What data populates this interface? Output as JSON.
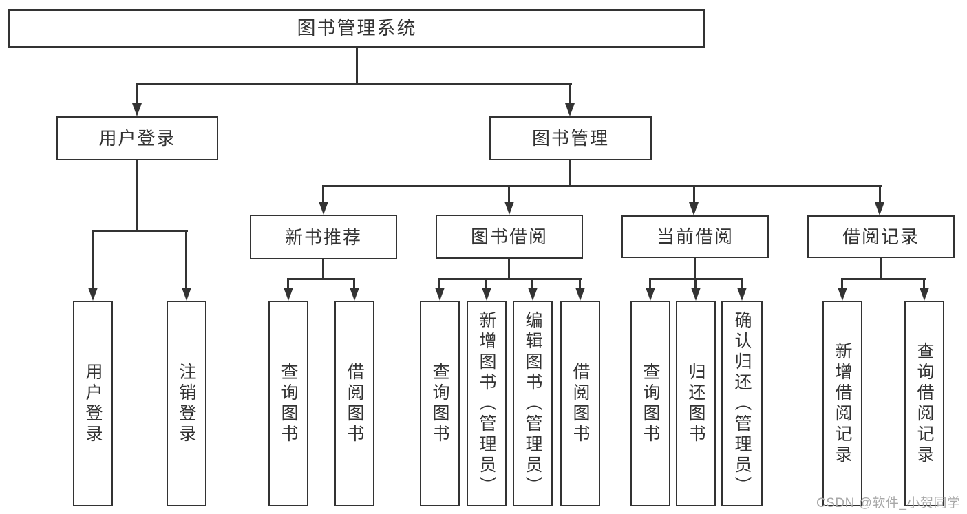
{
  "diagram": {
    "watermark": "CSDN @软件_小贺同学",
    "colors": {
      "line": "#333333",
      "text": "#333333",
      "background": "#ffffff",
      "watermark": "#a8a8a8"
    },
    "tree": {
      "label": "图书管理系统",
      "children": [
        {
          "label": "用户登录",
          "children": [
            {
              "label": "用户登录"
            },
            {
              "label": "注销登录"
            }
          ]
        },
        {
          "label": "图书管理",
          "children": [
            {
              "label": "新书推荐",
              "children": [
                {
                  "label": "查询图书"
                },
                {
                  "label": "借阅图书"
                }
              ]
            },
            {
              "label": "图书借阅",
              "children": [
                {
                  "label": "查询图书"
                },
                {
                  "label": "新增图书（管理员）"
                },
                {
                  "label": "编辑图书（管理员）"
                },
                {
                  "label": "借阅图书"
                }
              ]
            },
            {
              "label": "当前借阅",
              "children": [
                {
                  "label": "查询图书"
                },
                {
                  "label": "归还图书"
                },
                {
                  "label": "确认归还（管理员）"
                }
              ]
            },
            {
              "label": "借阅记录",
              "children": [
                {
                  "label": "新增借阅记录"
                },
                {
                  "label": "查询借阅记录"
                }
              ]
            }
          ]
        }
      ]
    }
  }
}
